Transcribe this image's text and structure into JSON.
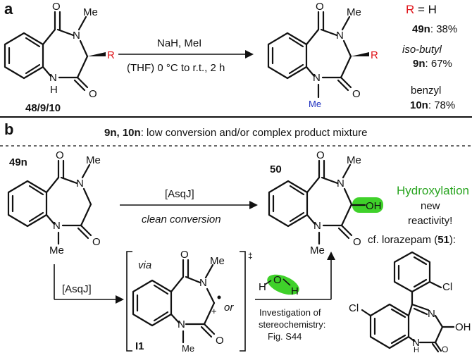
{
  "panel_a": {
    "panel_label": "a",
    "reactant": {
      "label": "48/9/10",
      "substituent": "R",
      "atom_n_me": "N",
      "atom_me": "Me",
      "atom_nh": "H",
      "atom_n": "N",
      "atom_o1": "O",
      "atom_o2": "O"
    },
    "reagents": "NaH, MeI",
    "conditions": "(THF) 0 °C to r.t., 2 h",
    "product": {
      "atom_n_me": "N",
      "atom_me": "Me",
      "substituent": "R",
      "atom_n": "N",
      "atom_me_blue": "Me",
      "atom_o1": "O",
      "atom_o2": "O"
    },
    "r_equals": {
      "r": "R",
      "eq": " = H"
    },
    "yields": [
      {
        "compound": "49n",
        "value": ": 38%"
      },
      {
        "group": "iso-butyl",
        "compound": "9n",
        "value": ": 67%"
      },
      {
        "group": "benzyl",
        "compound": "10n",
        "value": ": 78%"
      }
    ]
  },
  "panel_b": {
    "panel_label": "b",
    "note_compounds": "9n, 10n",
    "note_text": ": low conversion and/or complex product mixture",
    "start_label": "49n",
    "product_label": "50",
    "enzyme_top": "[AsqJ]",
    "clean": "clean conversion",
    "enzyme_down": "[AsqJ]",
    "via": "via",
    "intermediate_label": "I1",
    "radical_or": "or",
    "plus": "+",
    "dagger": "‡",
    "hydroxylation": "Hydroxylation",
    "colon": ":",
    "new": "new",
    "reactivity": "reactivity!",
    "cf": "cf. lorazepam (",
    "cf_num": "51",
    "cf_end": "):",
    "oh": "OH",
    "water_h1": "H",
    "water_o": "O",
    "water_h2": "H",
    "investigation": [
      "Investigation of",
      "stereochemistry:",
      "Fig. S44"
    ],
    "atoms": {
      "o": "O",
      "n": "N",
      "me": "Me",
      "cl": "Cl",
      "h": "H"
    }
  }
}
